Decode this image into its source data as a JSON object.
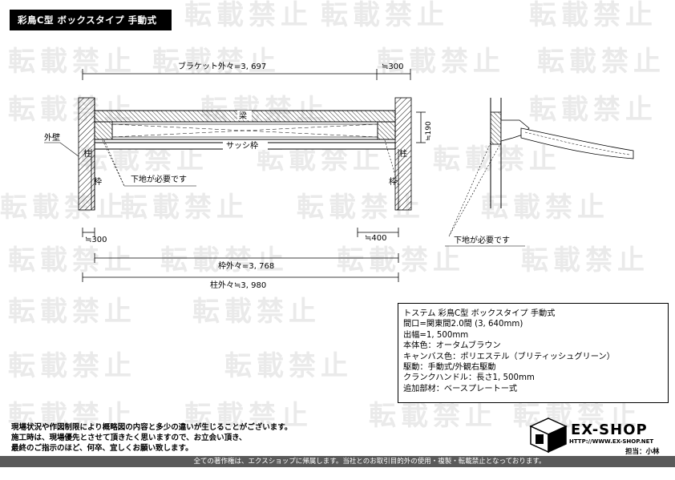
{
  "title": "彩鳥C型 ボックスタイプ 手動式",
  "watermark": "転載禁止",
  "drawing": {
    "bracket_width": "ブラケット外々=3, 697",
    "side_offset_top": "≒300",
    "beam": "梁",
    "sash_frame": "サッシ枠",
    "outer_wall": "外壁",
    "pillar_left": "柱",
    "pillar_right": "柱",
    "frame_left": "枠",
    "frame_right": "枠",
    "base_needed_left": "下地が必要です",
    "base_needed_right": "下地が必要です",
    "height_190": "≒190",
    "offset_left_bottom": "≒300",
    "offset_right_bottom": "≒400",
    "frame_outer": "枠外々=3, 768",
    "pillar_outer": "柱外々≒3, 980"
  },
  "spec": {
    "lines": [
      "トステム 彩鳥C型 ボックスタイプ 手動式",
      "間口=関東間2.0間 (3, 640mm)",
      "出幅=1, 500mm",
      "本体色：オータムブラウン",
      "キャンバス色：ポリエステル（ブリティッシュグリーン）",
      "駆動：手動式/外観右駆動",
      "クランクハンドル：長さ1, 500mm",
      "追加部材：ベースプレートー式"
    ]
  },
  "notes": [
    "現場状況や作図制限により概略図の内容と多少の違いが生じることがございます。",
    "施工時は、現場優先とさせて頂きたく思いますので、お立会い頂き、",
    "最終のご指示のほど、何卒、宜しくお願い致します。"
  ],
  "logo": {
    "name": "EX-SHOP",
    "url": "HTTP://WWW.EX-SHOP.NET",
    "staff": "担当：小林"
  },
  "footer": "全ての著作権は、エクスショップに帰属します。当社とのお取引目的外の使用・複製・転載禁止となっております。"
}
